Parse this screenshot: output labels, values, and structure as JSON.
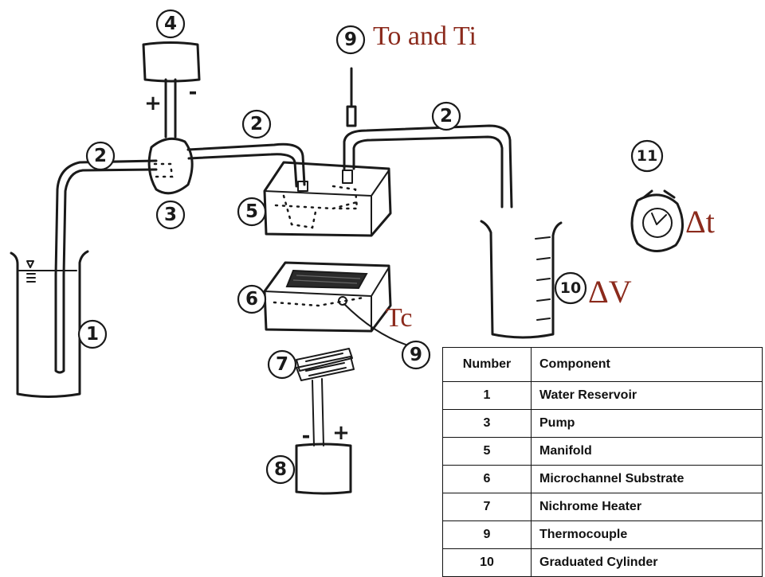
{
  "labels": {
    "to_ti": "To and Ti",
    "tc": "Tc",
    "delta_t": "Δt",
    "delta_v": "ΔV",
    "plus": "+",
    "minus": "-"
  },
  "callouts": {
    "n1": "1",
    "n2": "2",
    "n3": "3",
    "n4": "4",
    "n5": "5",
    "n6": "6",
    "n7": "7",
    "n8": "8",
    "n9": "9",
    "n10": "10",
    "n11": "11"
  },
  "table": {
    "headers": [
      "Number",
      "Component"
    ],
    "rows": [
      [
        "1",
        "Water Reservoir"
      ],
      [
        "3",
        "Pump"
      ],
      [
        "5",
        "Manifold"
      ],
      [
        "6",
        "Microchannel Substrate"
      ],
      [
        "7",
        "Nichrome Heater"
      ],
      [
        "9",
        "Thermocouple"
      ],
      [
        "10",
        "Graduated Cylinder"
      ]
    ]
  },
  "colors": {
    "ink": "#1a1a1a",
    "annotation_red": "#8b2a1c"
  }
}
